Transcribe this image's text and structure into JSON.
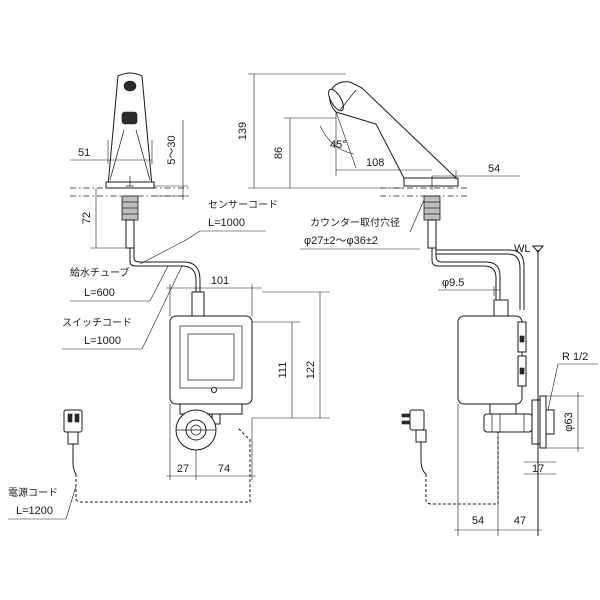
{
  "colors": {
    "line": "#1a1a1a",
    "background": "#ffffff",
    "fill_gray": "#bdbdbd"
  },
  "front_view": {
    "dim_51": "51",
    "dim_5_30": "5～30",
    "dim_72": "72",
    "dim_101": "101",
    "dim_111": "111",
    "dim_122": "122",
    "dim_27": "27",
    "dim_74": "74"
  },
  "side_view": {
    "dim_139": "139",
    "dim_86": "86",
    "dim_45deg": "45°",
    "dim_108": "108",
    "dim_54_top": "54",
    "dim_phi95": "φ9.5",
    "label_wl": "WL",
    "label_r12": "R 1/2",
    "dim_phi63": "φ63",
    "dim_17": "17",
    "dim_54_bottom": "54",
    "dim_47": "47"
  },
  "labels": {
    "sensor_cord_title": "センサーコード",
    "sensor_cord_len": "L=1000",
    "counter_hole_title": "カウンター取付穴径",
    "counter_hole_dims": "φ27±2～φ36±2",
    "supply_tube_title": "給水チューブ",
    "supply_tube_len": "L=600",
    "switch_cord_title": "スイッチコード",
    "switch_cord_len": "L=1000",
    "power_cord_title": "電源コード",
    "power_cord_len": "L=1200"
  }
}
